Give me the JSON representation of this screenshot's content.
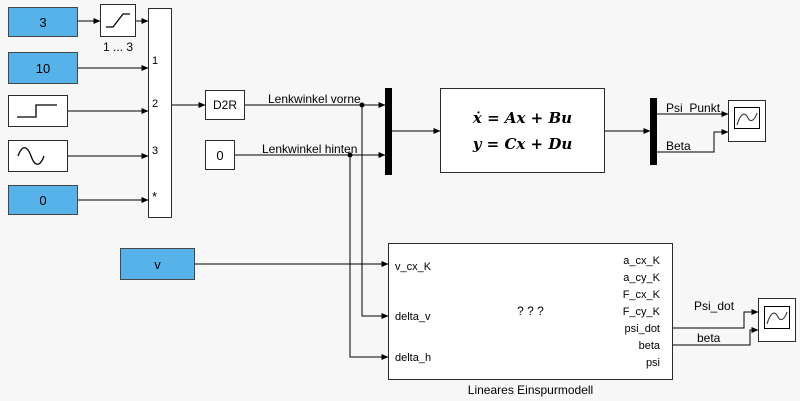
{
  "colors": {
    "constant_fill": "#56b2e8"
  },
  "blocks": {
    "const_3": "3",
    "const_10": "10",
    "const_0": "0",
    "const_v": "v",
    "d2r": "D2R",
    "const_zero": "0",
    "saturation_caption": "1 ... 3",
    "switch_ports": [
      "1",
      "2",
      "3",
      "*"
    ],
    "state_space": {
      "line1": "ẋ = Ax + Bu",
      "line2": "y = Cx + Du"
    },
    "subsystem": {
      "placeholder": "? ? ?",
      "caption": "Lineares Einspurmodell",
      "inputs": [
        "v_cx_K",
        "delta_v",
        "delta_h"
      ],
      "outputs": [
        "a_cx_K",
        "a_cy_K",
        "F_cx_K",
        "F_cy_K",
        "psi_dot",
        "beta",
        "psi"
      ]
    }
  },
  "wire_labels": {
    "vorne": "Lenkwinkel vorne",
    "hinten": "Lenkwinkel hinten",
    "psi_punkt": "Psi_Punkt",
    "beta_upper": "Beta",
    "psi_dot": "Psi_dot",
    "beta_lower": "beta"
  }
}
